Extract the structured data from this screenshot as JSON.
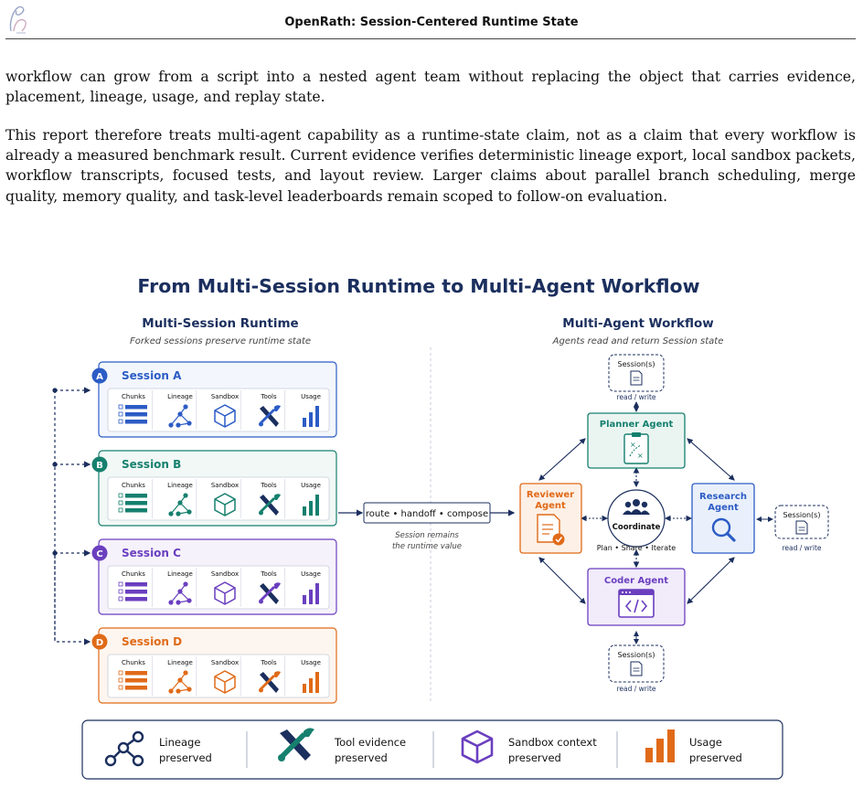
{
  "header": {
    "title": "OpenRath: Session-Centered Runtime State"
  },
  "paragraphs": {
    "p1": "workflow can grow from a script into a nested agent team without replacing the object that carries evidence, placement, lineage, usage, and replay state.",
    "p2": "This report therefore treats multi-agent capability as a runtime-state claim, not as a claim that every workflow is already a measured benchmark result. Current evidence verifies deterministic lineage export, local sandbox packets, workflow transcripts, focused tests, and layout review. Larger claims about parallel branch scheduling, merge quality, memory quality, and task-level leaderboards remain scoped to follow-on evaluation."
  },
  "figure": {
    "title": "From Multi-Session Runtime to Multi-Agent Workflow",
    "left_title": "Multi-Session Runtime",
    "left_subtitle": "Forked sessions preserve runtime state",
    "right_title": "Multi-Agent Workflow",
    "right_subtitle": "Agents read and return Session state",
    "column_labels": [
      "Chunks",
      "Lineage",
      "Sandbox",
      "Tools",
      "Usage"
    ],
    "sessions": [
      {
        "badge": "A",
        "name": "Session A",
        "color": "#2c5cc5"
      },
      {
        "badge": "B",
        "name": "Session B",
        "color": "#16806e"
      },
      {
        "badge": "C",
        "name": "Session C",
        "color": "#6a3fbf"
      },
      {
        "badge": "D",
        "name": "Session D",
        "color": "#e06a18"
      }
    ],
    "route_label": "route • handoff • compose",
    "route_note_line1": "Session remains",
    "route_note_line2": "the runtime value",
    "agents": {
      "planner": "Planner Agent",
      "reviewer_line1": "Reviewer",
      "reviewer_line2": "Agent",
      "research_line1": "Research",
      "research_line2": "Agent",
      "coder": "Coder Agent"
    },
    "coordinate_label": "Coordinate",
    "coordinate_caption": "Plan • Share • Iterate",
    "session_store_label": "Session(s)",
    "session_store_caption": "read / write",
    "legend": [
      {
        "line1": "Lineage",
        "line2": "preserved"
      },
      {
        "line1": "Tool evidence",
        "line2": "preserved"
      },
      {
        "line1": "Sandbox context",
        "line2": "preserved"
      },
      {
        "line1": "Usage",
        "line2": "preserved"
      }
    ],
    "colors": {
      "navy": "#1b2f5e",
      "planner": "#16806e",
      "reviewer": "#e06a18",
      "research": "#2c5cc5",
      "coder": "#6a3fbf"
    }
  }
}
